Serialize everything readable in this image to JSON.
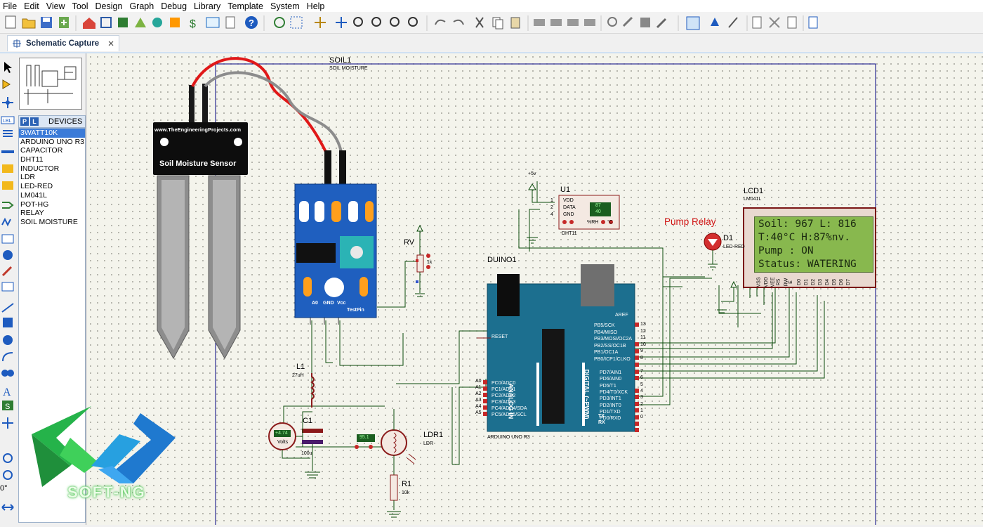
{
  "menu": [
    "File",
    "Edit",
    "View",
    "Tool",
    "Design",
    "Graph",
    "Debug",
    "Library",
    "Template",
    "System",
    "Help"
  ],
  "tab": {
    "label": "Schematic Capture",
    "close": "✕"
  },
  "devices": {
    "header": "DEVICES",
    "p_btn": "P",
    "l_btn": "L",
    "items": [
      "3WATT10K",
      "ARDUINO UNO R3",
      "CAPACITOR",
      "DHT11",
      "INDUCTOR",
      "LDR",
      "LED-RED",
      "LM041L",
      "POT-HG",
      "RELAY",
      "SOIL MOISTURE"
    ],
    "selected_index": 0
  },
  "schematic": {
    "soil_ref": "SOIL1",
    "soil_val": "SOIL MOISTURE",
    "sensor_site": "www.TheEngineeringProjects.com",
    "sensor_name": "Soil Moisture Sensor",
    "module_pins": [
      "A0",
      "GND",
      "Vcc"
    ],
    "module_testpin": "TestPin",
    "rv_ref": "RV",
    "rv_val": "1k",
    "u1_ref": "U1",
    "u1_val": "DHT11",
    "u1_pins": [
      "VDD",
      "DATA",
      "GND"
    ],
    "u1_pin_nums": [
      "1",
      "2",
      "4"
    ],
    "u1_rh": "%RH",
    "u1_temp": "°C",
    "u1_hum_value": "87",
    "u1_temp_value": "40",
    "vcc_label": "+5v",
    "pump_relay": "Pump Relay",
    "d1_ref": "D1",
    "d1_val": "LED-RED",
    "lcd_ref": "LCD1",
    "lcd_val": "LM041L",
    "lcd_lines": [
      "Soil: 967 L: 816",
      "T:40°C H:87%nv.",
      "Pump  : ON",
      "Status: WATERING"
    ],
    "lcd_pins": [
      "VSS",
      "VDD",
      "VEE",
      "RS",
      "RW",
      "E",
      "D0",
      "D1",
      "D2",
      "D3",
      "D4",
      "D5",
      "D6",
      "D7"
    ],
    "arduino_ref": "DUINO1",
    "arduino_val": "ARDUINO UNO R3",
    "aref": "AREF",
    "reset": "RESET",
    "analog_in": "ANALOG IN",
    "digital_pwm": "DIGITAL (~PWM)",
    "analog_pins": [
      "PC0/ADC0",
      "PC1/ADC1",
      "PC2/ADC2",
      "PC3/ADC3",
      "PC4/ADC4/SDA",
      "PC5/ADC5/SCL"
    ],
    "analog_nums": [
      "A0",
      "A1",
      "A2",
      "A3",
      "A4",
      "A5"
    ],
    "digital_pins_top": [
      "PB5/SCK",
      "PB4/MISO",
      "PB3/MOSI/OC2A",
      "PB2/SS/OC1B",
      "PB1/OC1A",
      "PB0/ICP1/CLKO"
    ],
    "digital_nums_top": [
      "13",
      "12",
      "11",
      "10",
      "9",
      "8"
    ],
    "digital_pins_bot": [
      "PD7/AIN1",
      "PD6/AIN0",
      "PD5/T1",
      "PD4/T0/XCK",
      "PD3/INT1",
      "PD2/INT0",
      "PD1/TXD",
      "PD0/RXD"
    ],
    "digital_nums_bot": [
      "7",
      "6",
      "5",
      "4",
      "3",
      "2",
      "1",
      "0"
    ],
    "tx": "TX",
    "rx": "RX",
    "l1_ref": "L1",
    "l1_val": "27uH",
    "c1_ref": "C1",
    "c1_val": "100u",
    "volt_value": "+4.74",
    "volt_unit": "Volts",
    "ldr_ref": "LDR1",
    "ldr_val": "LDR",
    "ldr_reading": "95.1",
    "r1_ref": "R1",
    "r1_val": "10k"
  },
  "watermark": {
    "text": "SOFT-NG"
  },
  "left_readout": "0°",
  "colors": {
    "wire": "#0a4a0a",
    "sensor_red": "#e01818",
    "sensor_grey": "#8c8c8c",
    "module_blue": "#1f5fbf",
    "arduino_teal": "#1c6f8f",
    "lcd_green": "#88b84e",
    "annot_red": "#d01515"
  }
}
